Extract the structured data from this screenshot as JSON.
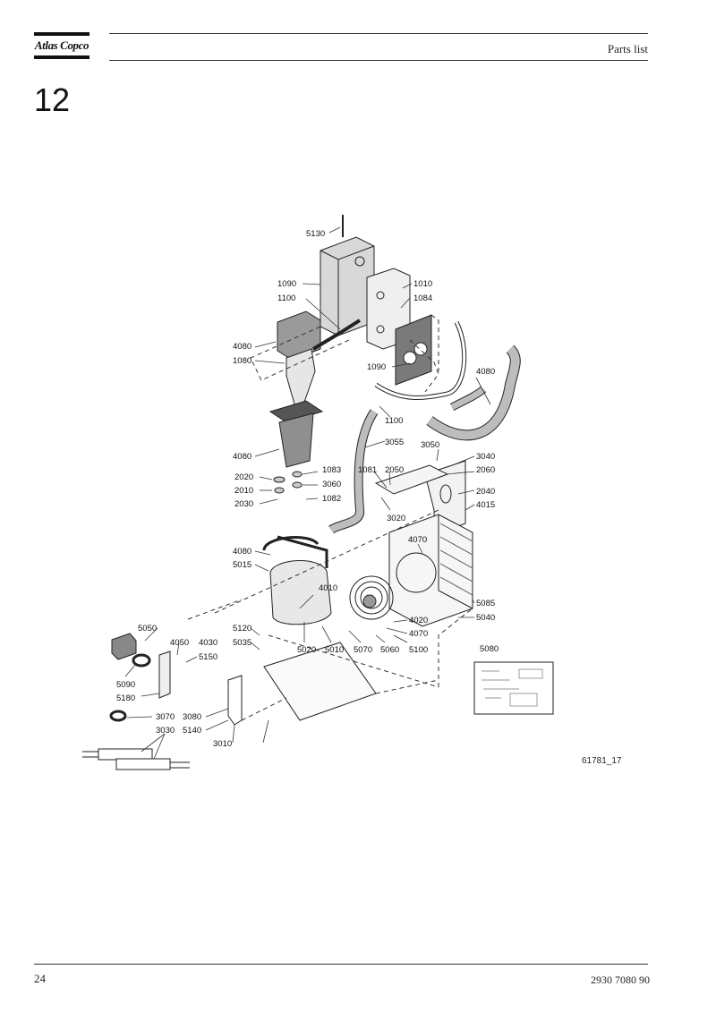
{
  "header": {
    "brand": "Atlas Copco",
    "title": "Parts list"
  },
  "section_number": "12",
  "figure": {
    "id": "61781_17",
    "callouts": [
      "5130",
      "1090",
      "1010",
      "1100",
      "1084",
      "4080",
      "1080",
      "1090",
      "4080",
      "1100",
      "4080",
      "3055",
      "3050",
      "3040",
      "2060",
      "2020",
      "1083",
      "1081",
      "2050",
      "2010",
      "3060",
      "2040",
      "2030",
      "1082",
      "3020",
      "4015",
      "4070",
      "4080",
      "5015",
      "4010",
      "5085",
      "5050",
      "4020",
      "5040",
      "4070",
      "5120",
      "4050",
      "4030",
      "5035",
      "5020",
      "5010",
      "5070",
      "5060",
      "5100",
      "5150",
      "5080",
      "5090",
      "5180",
      "3070",
      "3080",
      "5140",
      "3030",
      "3010"
    ]
  },
  "footer": {
    "page_number": "24",
    "document_number": "2930 7080 90"
  }
}
